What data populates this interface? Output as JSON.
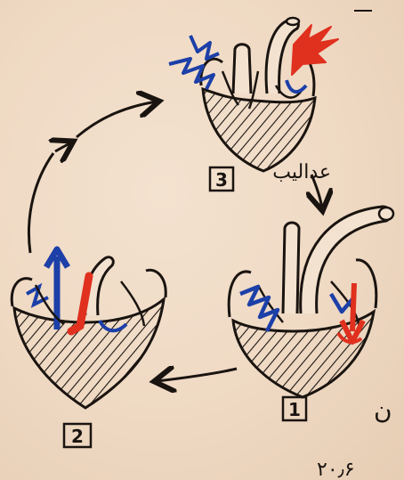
{
  "diagram": {
    "stages": [
      {
        "id": "stage-3",
        "label": "3"
      },
      {
        "id": "stage-1",
        "label": "1"
      },
      {
        "id": "stage-2",
        "label": "2"
      }
    ],
    "annotations": {
      "arrow_note": "عدالیب",
      "edge_note_right": "ن",
      "edge_note_bottom": "۲۰٫۶"
    },
    "colors": {
      "ink": "#1a1410",
      "deoxygenated_blood": "#1c3fa8",
      "oxygenated_blood": "#e0301e",
      "paper": "#f0dcc6"
    }
  }
}
